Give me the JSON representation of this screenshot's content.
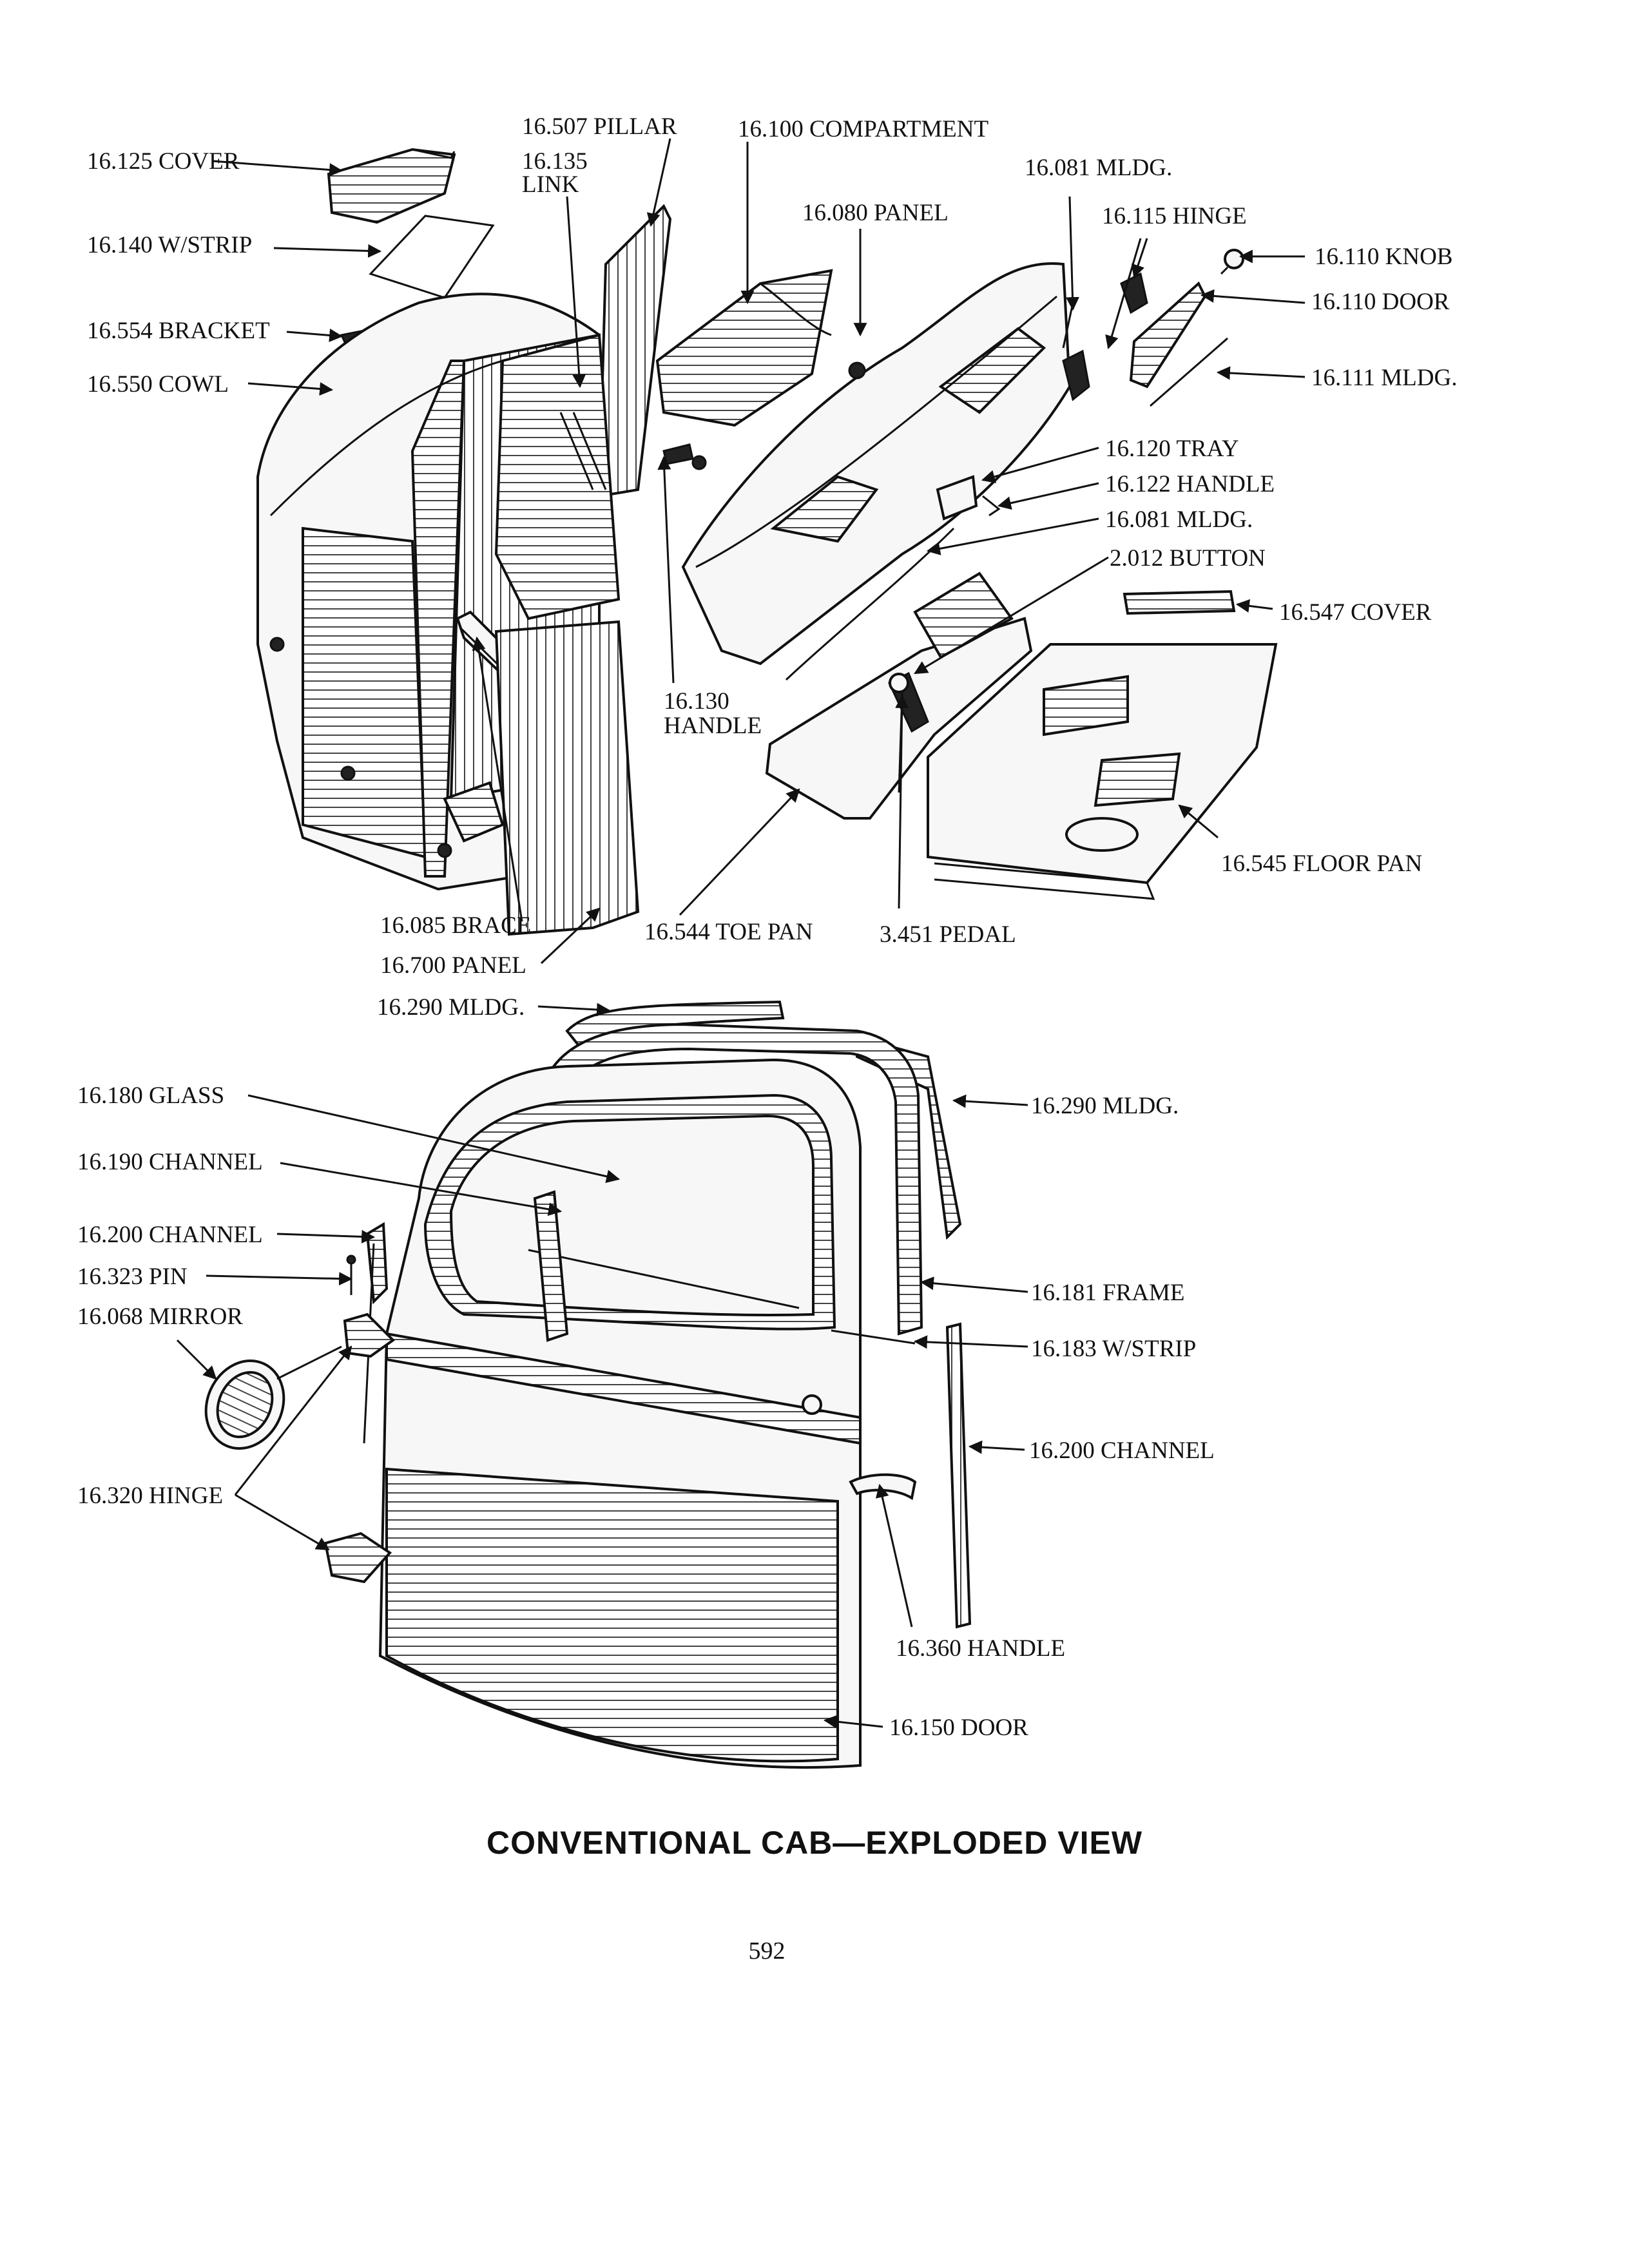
{
  "title": "CONVENTIONAL CAB—EXPLODED VIEW",
  "page_number": "592",
  "labels": {
    "cover_125": "16.125 COVER",
    "wstrip_140": "16.140 W/STRIP",
    "bracket_554": "16.554 BRACKET",
    "cowl_550": "16.550 COWL",
    "pillar_507": "16.507 PILLAR",
    "link_135_num": "16.135",
    "link_135_word": "LINK",
    "compartment_100": "16.100 COMPARTMENT",
    "mldg_081_top": "16.081 MLDG.",
    "panel_080": "16.080 PANEL",
    "hinge_115": "16.115 HINGE",
    "knob_110": "16.110 KNOB",
    "door_110": "16.110 DOOR",
    "mldg_111": "16.111 MLDG.",
    "tray_120": "16.120 TRAY",
    "handle_122": "16.122 HANDLE",
    "mldg_081_mid": "16.081 MLDG.",
    "button_012": "2.012 BUTTON",
    "cover_547": "16.547 COVER",
    "handle_130_num": "16.130",
    "handle_130_word": "HANDLE",
    "floor_pan_545": "16.545 FLOOR PAN",
    "brace_085": "16.085 BRACE",
    "panel_700": "16.700 PANEL",
    "toe_pan_544": "16.544 TOE PAN",
    "pedal_451": "3.451 PEDAL",
    "mldg_290_top": "16.290 MLDG.",
    "glass_180": "16.180 GLASS",
    "mldg_290_right": "16.290 MLDG.",
    "channel_190": "16.190 CHANNEL",
    "channel_200_left": "16.200 CHANNEL",
    "pin_323": "16.323 PIN",
    "mirror_068": "16.068 MIRROR",
    "frame_181": "16.181 FRAME",
    "wstrip_183": "16.183 W/STRIP",
    "channel_200_right": "16.200 CHANNEL",
    "hinge_320": "16.320 HINGE",
    "handle_360": "16.360 HANDLE",
    "door_150": "16.150 DOOR"
  }
}
